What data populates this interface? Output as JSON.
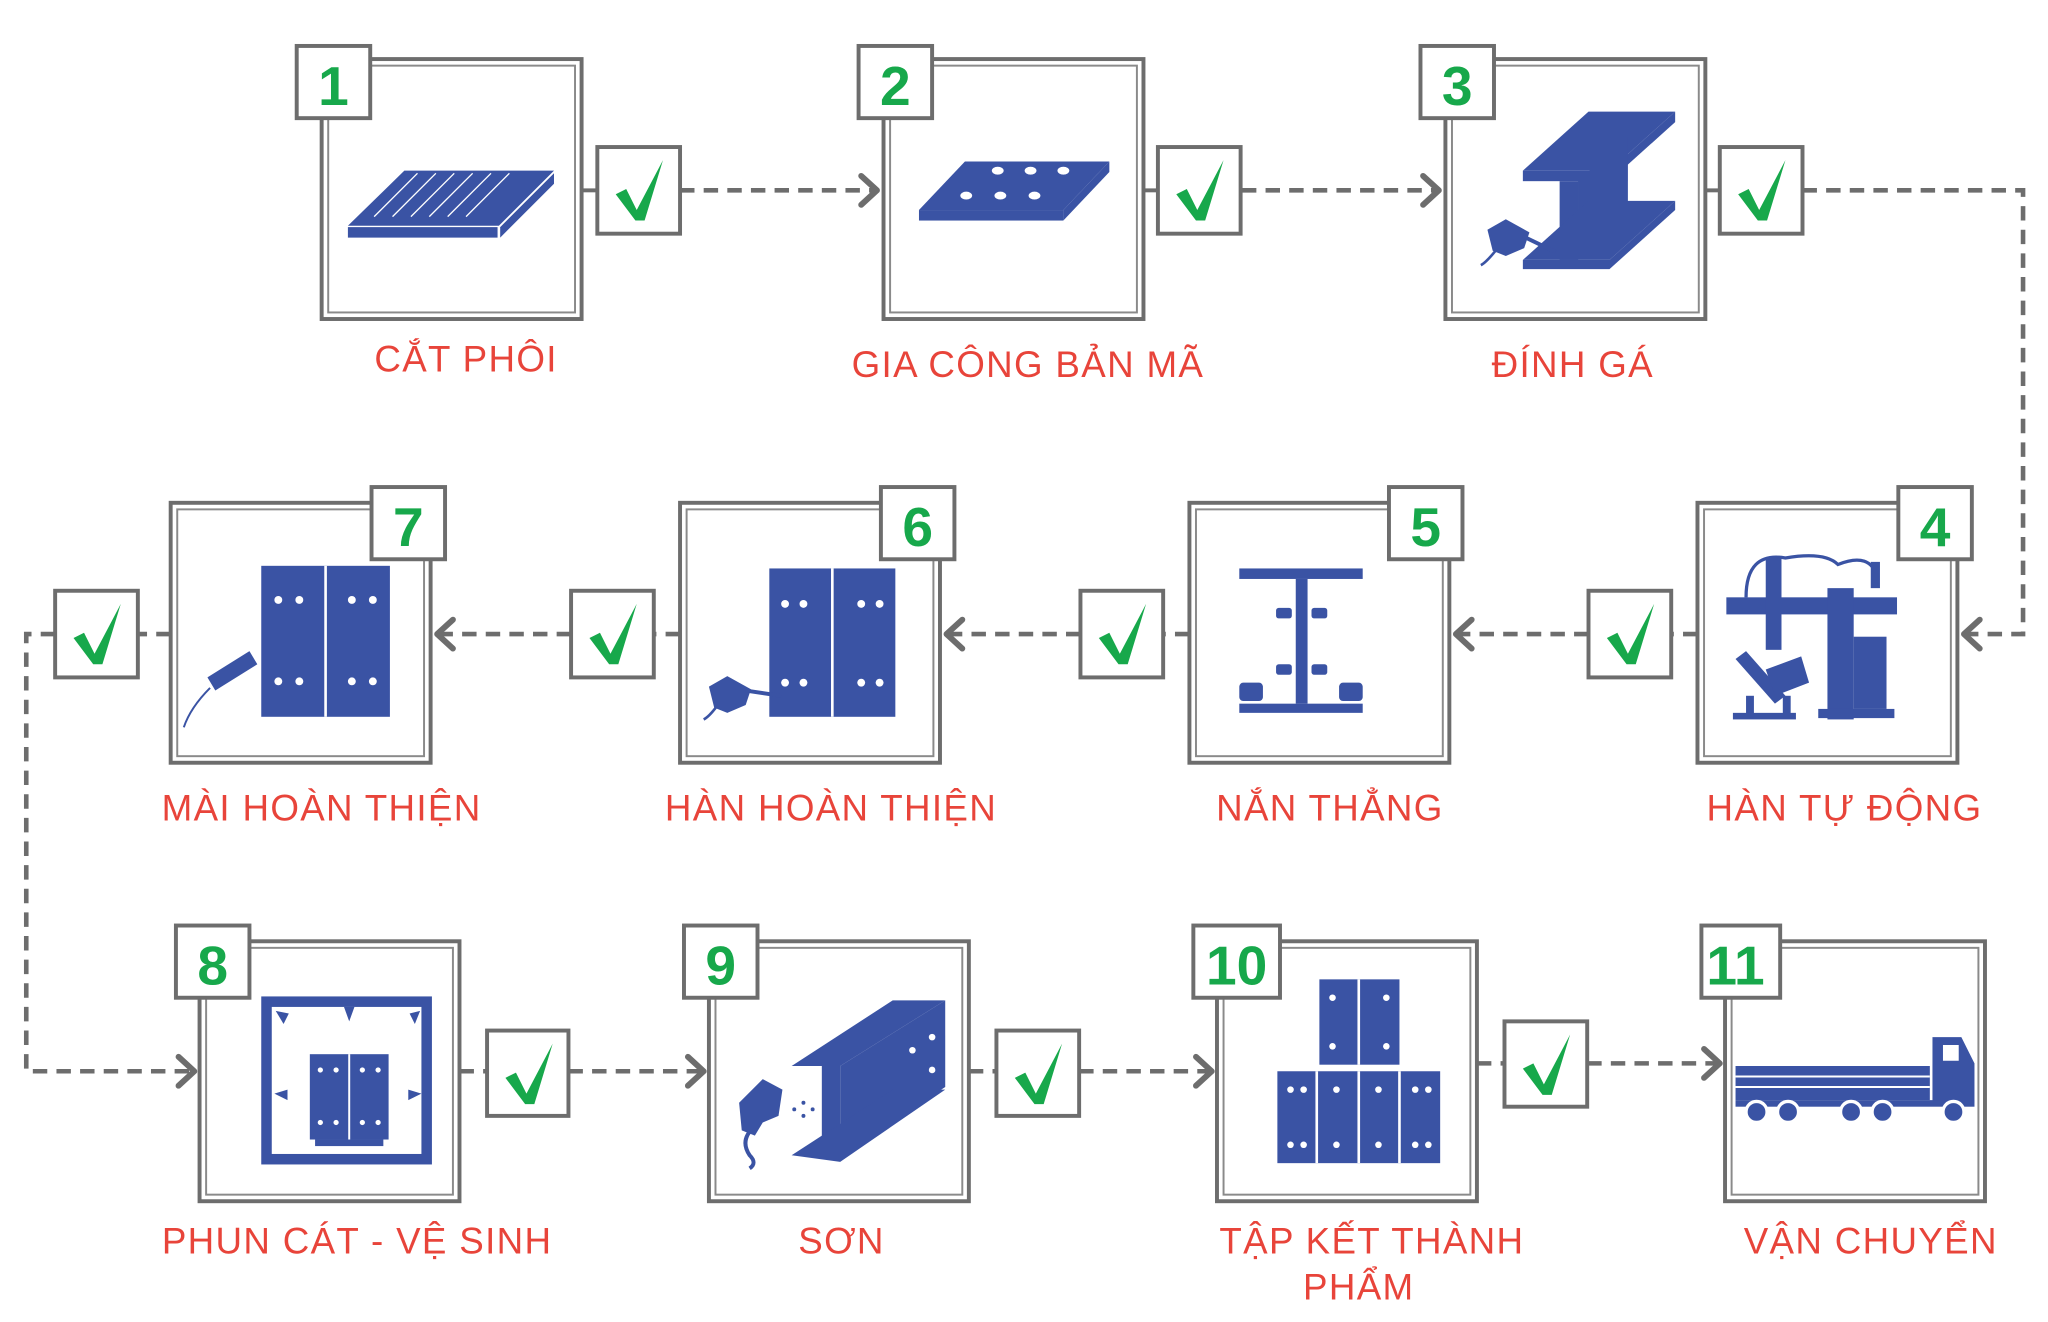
{
  "colors": {
    "accent_green": "#17a84b",
    "label_red": "#e8443a",
    "icon_blue": "#3a53a4",
    "frame_gray": "#6d6d6d"
  },
  "steps": [
    {
      "number": "1",
      "label": "CẮT PHÔI",
      "icon": "plate-cutting-icon"
    },
    {
      "number": "2",
      "label": "GIA CÔNG BẢN MÃ",
      "icon": "drilled-plate-icon"
    },
    {
      "number": "3",
      "label": "ĐÍNH GÁ",
      "icon": "tack-weld-ibeam-icon"
    },
    {
      "number": "4",
      "label": "HÀN TỰ ĐỘNG",
      "icon": "welding-robot-icon"
    },
    {
      "number": "5",
      "label": "NẮN THẲNG",
      "icon": "straightening-ibeam-icon"
    },
    {
      "number": "6",
      "label": "HÀN HOÀN THIỆN",
      "icon": "finish-welding-icon"
    },
    {
      "number": "7",
      "label": "MÀI HOÀN THIỆN",
      "icon": "grinding-icon"
    },
    {
      "number": "8",
      "label": "PHUN CÁT - VỆ SINH",
      "icon": "sandblasting-icon"
    },
    {
      "number": "9",
      "label": "SƠN",
      "icon": "spray-painting-icon"
    },
    {
      "number": "10",
      "label_lines": [
        "TẬP KẾT THÀNH",
        "PHẨM"
      ],
      "icon": "stacked-products-icon"
    },
    {
      "number": "11",
      "label": "VẬN CHUYỂN",
      "icon": "truck-icon"
    }
  ]
}
